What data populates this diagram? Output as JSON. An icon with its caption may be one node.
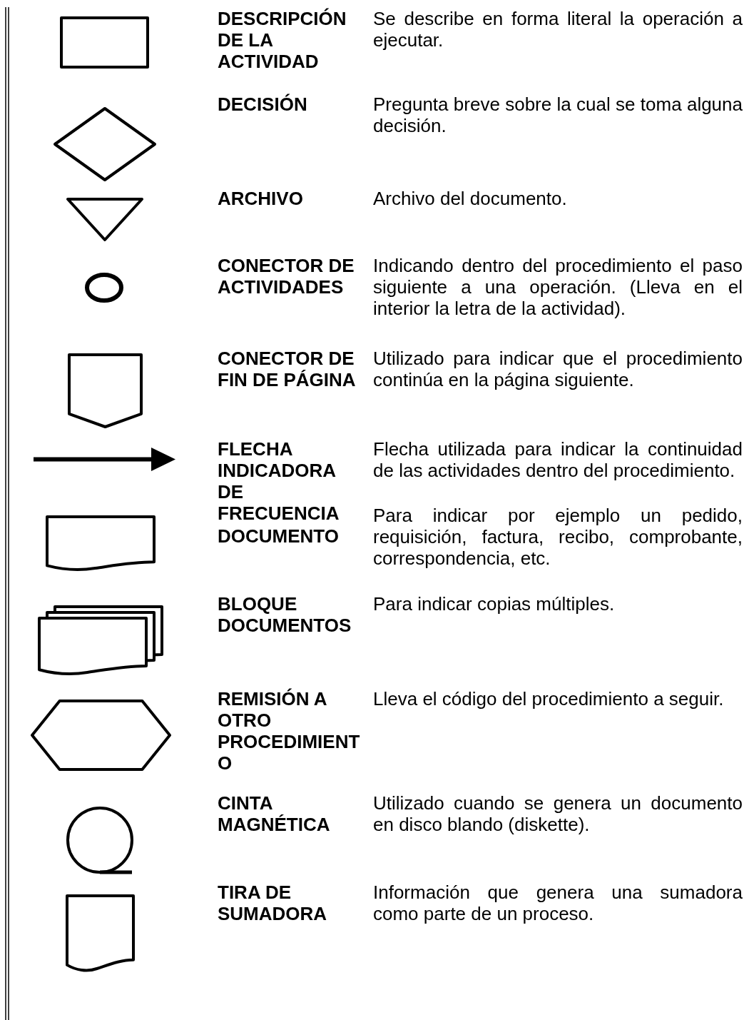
{
  "diagram": {
    "nodes": [
      {
        "text": [],
        "shape": "box",
        "beside": [
          "DESCRIPCIÓN DE LA ACTIVIDAD",
          "Se describe en forma literal la operación a ejecutar."
        ]
      },
      {
        "text": [],
        "shape": "diamond",
        "beside": [
          "DECISIÓN",
          "Pregunta breve sobre la cual se toma alguna decisión."
        ]
      },
      {
        "text": [],
        "shape": "triangle",
        "beside": [
          "ARCHIVO",
          "Archivo del documento."
        ]
      },
      {
        "text": [],
        "shape": "ellipse",
        "beside": [
          "CONECTOR DE ACTIVIDADES",
          "Indicando dentro del procedimiento el paso siguiente a una operación. (Lleva en el interior la letra de la actividad)."
        ]
      },
      {
        "text": [],
        "shape": "pentagon",
        "beside": [
          "CONECTOR DE FIN DE PÁGINA",
          "Utilizado para indicar que el procedimiento continúa en la página siguiente."
        ]
      },
      {
        "text": [],
        "shape": "arrow",
        "beside": [
          "FLECHA INDICADORA DE FRECUENCIA",
          "Flecha utilizada para indicar la continuidad de las actividades dentro del procedimiento."
        ]
      },
      {
        "text": [],
        "shape": "document",
        "beside": [
          "DOCUMENTO",
          "Para indicar por ejemplo un pedido, requisición, factura, recibo, comprobante, correspondencia, etc."
        ]
      },
      {
        "text": [],
        "shape": "documents",
        "beside": [
          "BLOQUE DOCUMENTOS",
          "Para indicar copias múltiples."
        ]
      },
      {
        "text": [],
        "shape": "hexagon",
        "beside": [
          "REMISIÓN A OTRO PROCEDIMIENT O",
          "Lleva el código del procedimiento a seguir."
        ]
      },
      {
        "text": [],
        "shape": "tape",
        "beside": [
          "CINTA MAGNÉTICA",
          "Utilizado cuando se genera un documento en disco blando (diskette)."
        ]
      },
      {
        "text": [],
        "shape": "document",
        "beside": [
          "TIRA DE SUMADORA",
          "Información que genera una sumadora como parte de un proceso."
        ]
      }
    ]
  }
}
